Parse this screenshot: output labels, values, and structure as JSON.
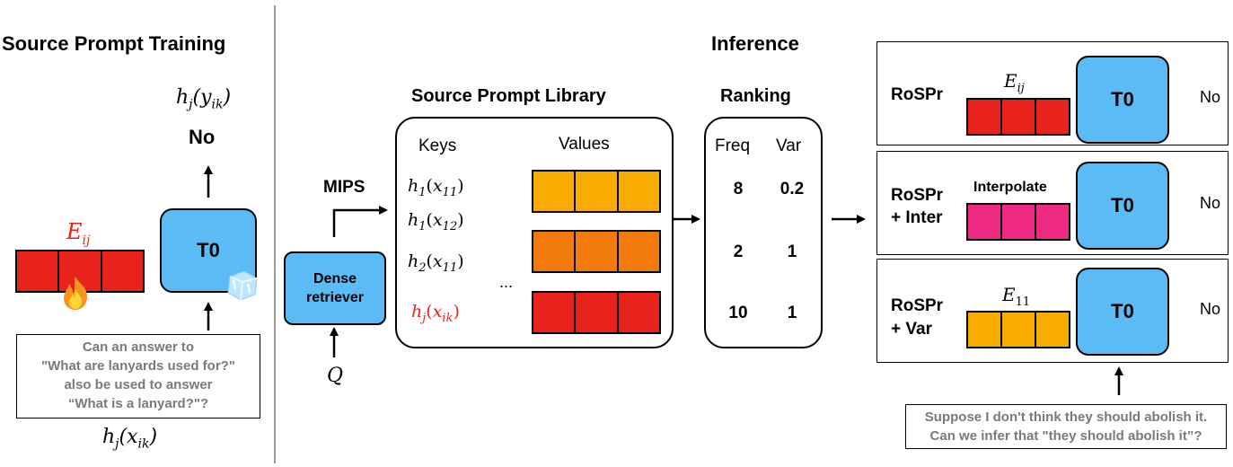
{
  "training": {
    "title": "Source Prompt Training",
    "output_fn": "h_j(y_ik)",
    "output": "No",
    "prompt_label": "E_ij",
    "model": "T0",
    "input_fn": "h_j(x_ik)",
    "example_lines": [
      "Can an answer to",
      "\"What are lanyards used for?\"",
      "also be used to answer",
      "“What is a lanyard?\"?"
    ]
  },
  "inference": {
    "title": "Inference",
    "mips": "MIPS",
    "retriever": "Dense retriever",
    "query": "Q",
    "library": {
      "title": "Source Prompt Library",
      "keys_header": "Keys",
      "values_header": "Values",
      "keys": [
        "h1(x11)",
        "h1(x12)",
        "h2(x11)",
        "...",
        "hj(xik)"
      ]
    },
    "ranking": {
      "title": "Ranking",
      "headers": [
        "Freq",
        "Var"
      ],
      "rows": [
        [
          "8",
          "0.2"
        ],
        [
          "2",
          "1"
        ],
        [
          "10",
          "1"
        ]
      ]
    },
    "methods": [
      {
        "name_lines": [
          "RoSPr"
        ],
        "prompt_label": "E_ij",
        "model": "T0",
        "output": "No"
      },
      {
        "name_lines": [
          "RoSPr",
          "+ Inter"
        ],
        "prompt_label": "Interpolate",
        "model": "T0",
        "output": "No"
      },
      {
        "name_lines": [
          "RoSPr",
          "+ Var"
        ],
        "prompt_label": "E_11",
        "model": "T0",
        "output": "No"
      }
    ],
    "example_lines": [
      "Suppose I don't think they should abolish it.",
      "Can we infer that \"they should abolish it”?"
    ]
  },
  "colors": {
    "t0_blue": "#5bbcf5",
    "prompt_red": "#e8231b",
    "value_yellow": "#f9ac00",
    "value_orange": "#f07a0a",
    "interpolate_pink": "#ee2a83",
    "highlight_red": "#e8231b",
    "gray_text": "#7a7a7a"
  }
}
